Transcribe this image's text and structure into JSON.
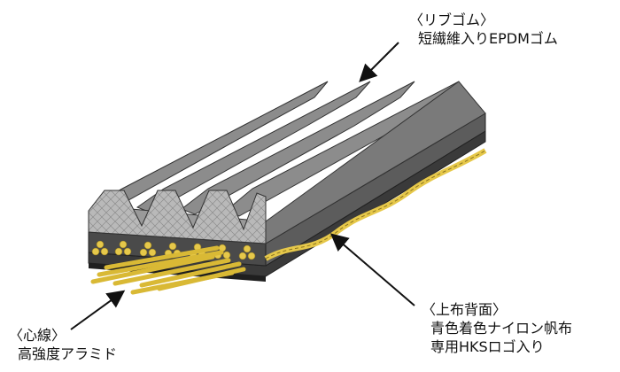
{
  "callouts": {
    "rib_rubber": {
      "heading": "〈リブゴム〉",
      "body": "短繊維入りEPDMゴム"
    },
    "top_back_fabric": {
      "heading": "〈上布背面〉",
      "lines": [
        "青色着色ナイロン帆布",
        "専用HKSロゴ入り"
      ]
    },
    "core_cord": {
      "heading": "〈心線〉",
      "body": "高強度アラミド"
    }
  },
  "colors": {
    "rubber_top": "#8c8c8c",
    "rubber_side": "#6f6f6f",
    "rubber_front": "#bdbdbd",
    "backing": "#3a3a3a",
    "cord": "#e6c84a",
    "outline": "#222222"
  }
}
